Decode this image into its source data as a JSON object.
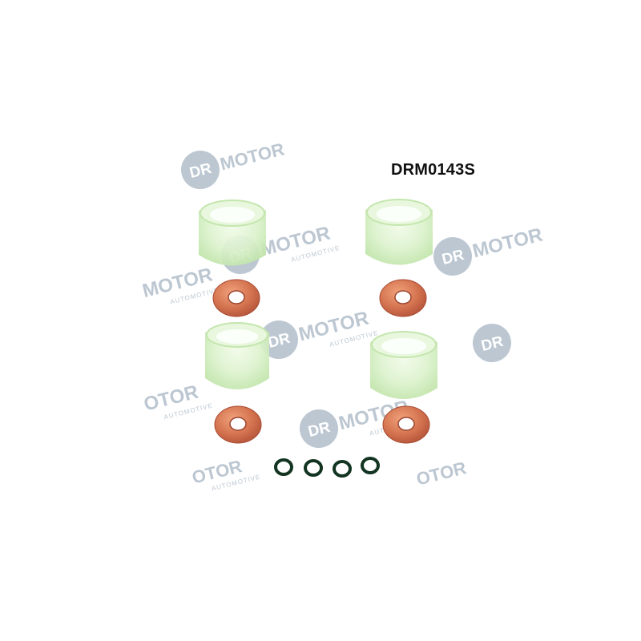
{
  "product": {
    "part_code": "DRM0143S"
  },
  "watermark": {
    "brand": "DR.MOTOR",
    "tagline": "AUTOMOTIVE",
    "color": "#bcc7d2"
  },
  "kit_contents": {
    "sleeves": 4,
    "copper_washers": 4,
    "o_rings": 4
  },
  "colors": {
    "background": "#ffffff",
    "sleeve": "#d6f0c6",
    "washer": "#d4734f",
    "o_ring": "#123421"
  }
}
